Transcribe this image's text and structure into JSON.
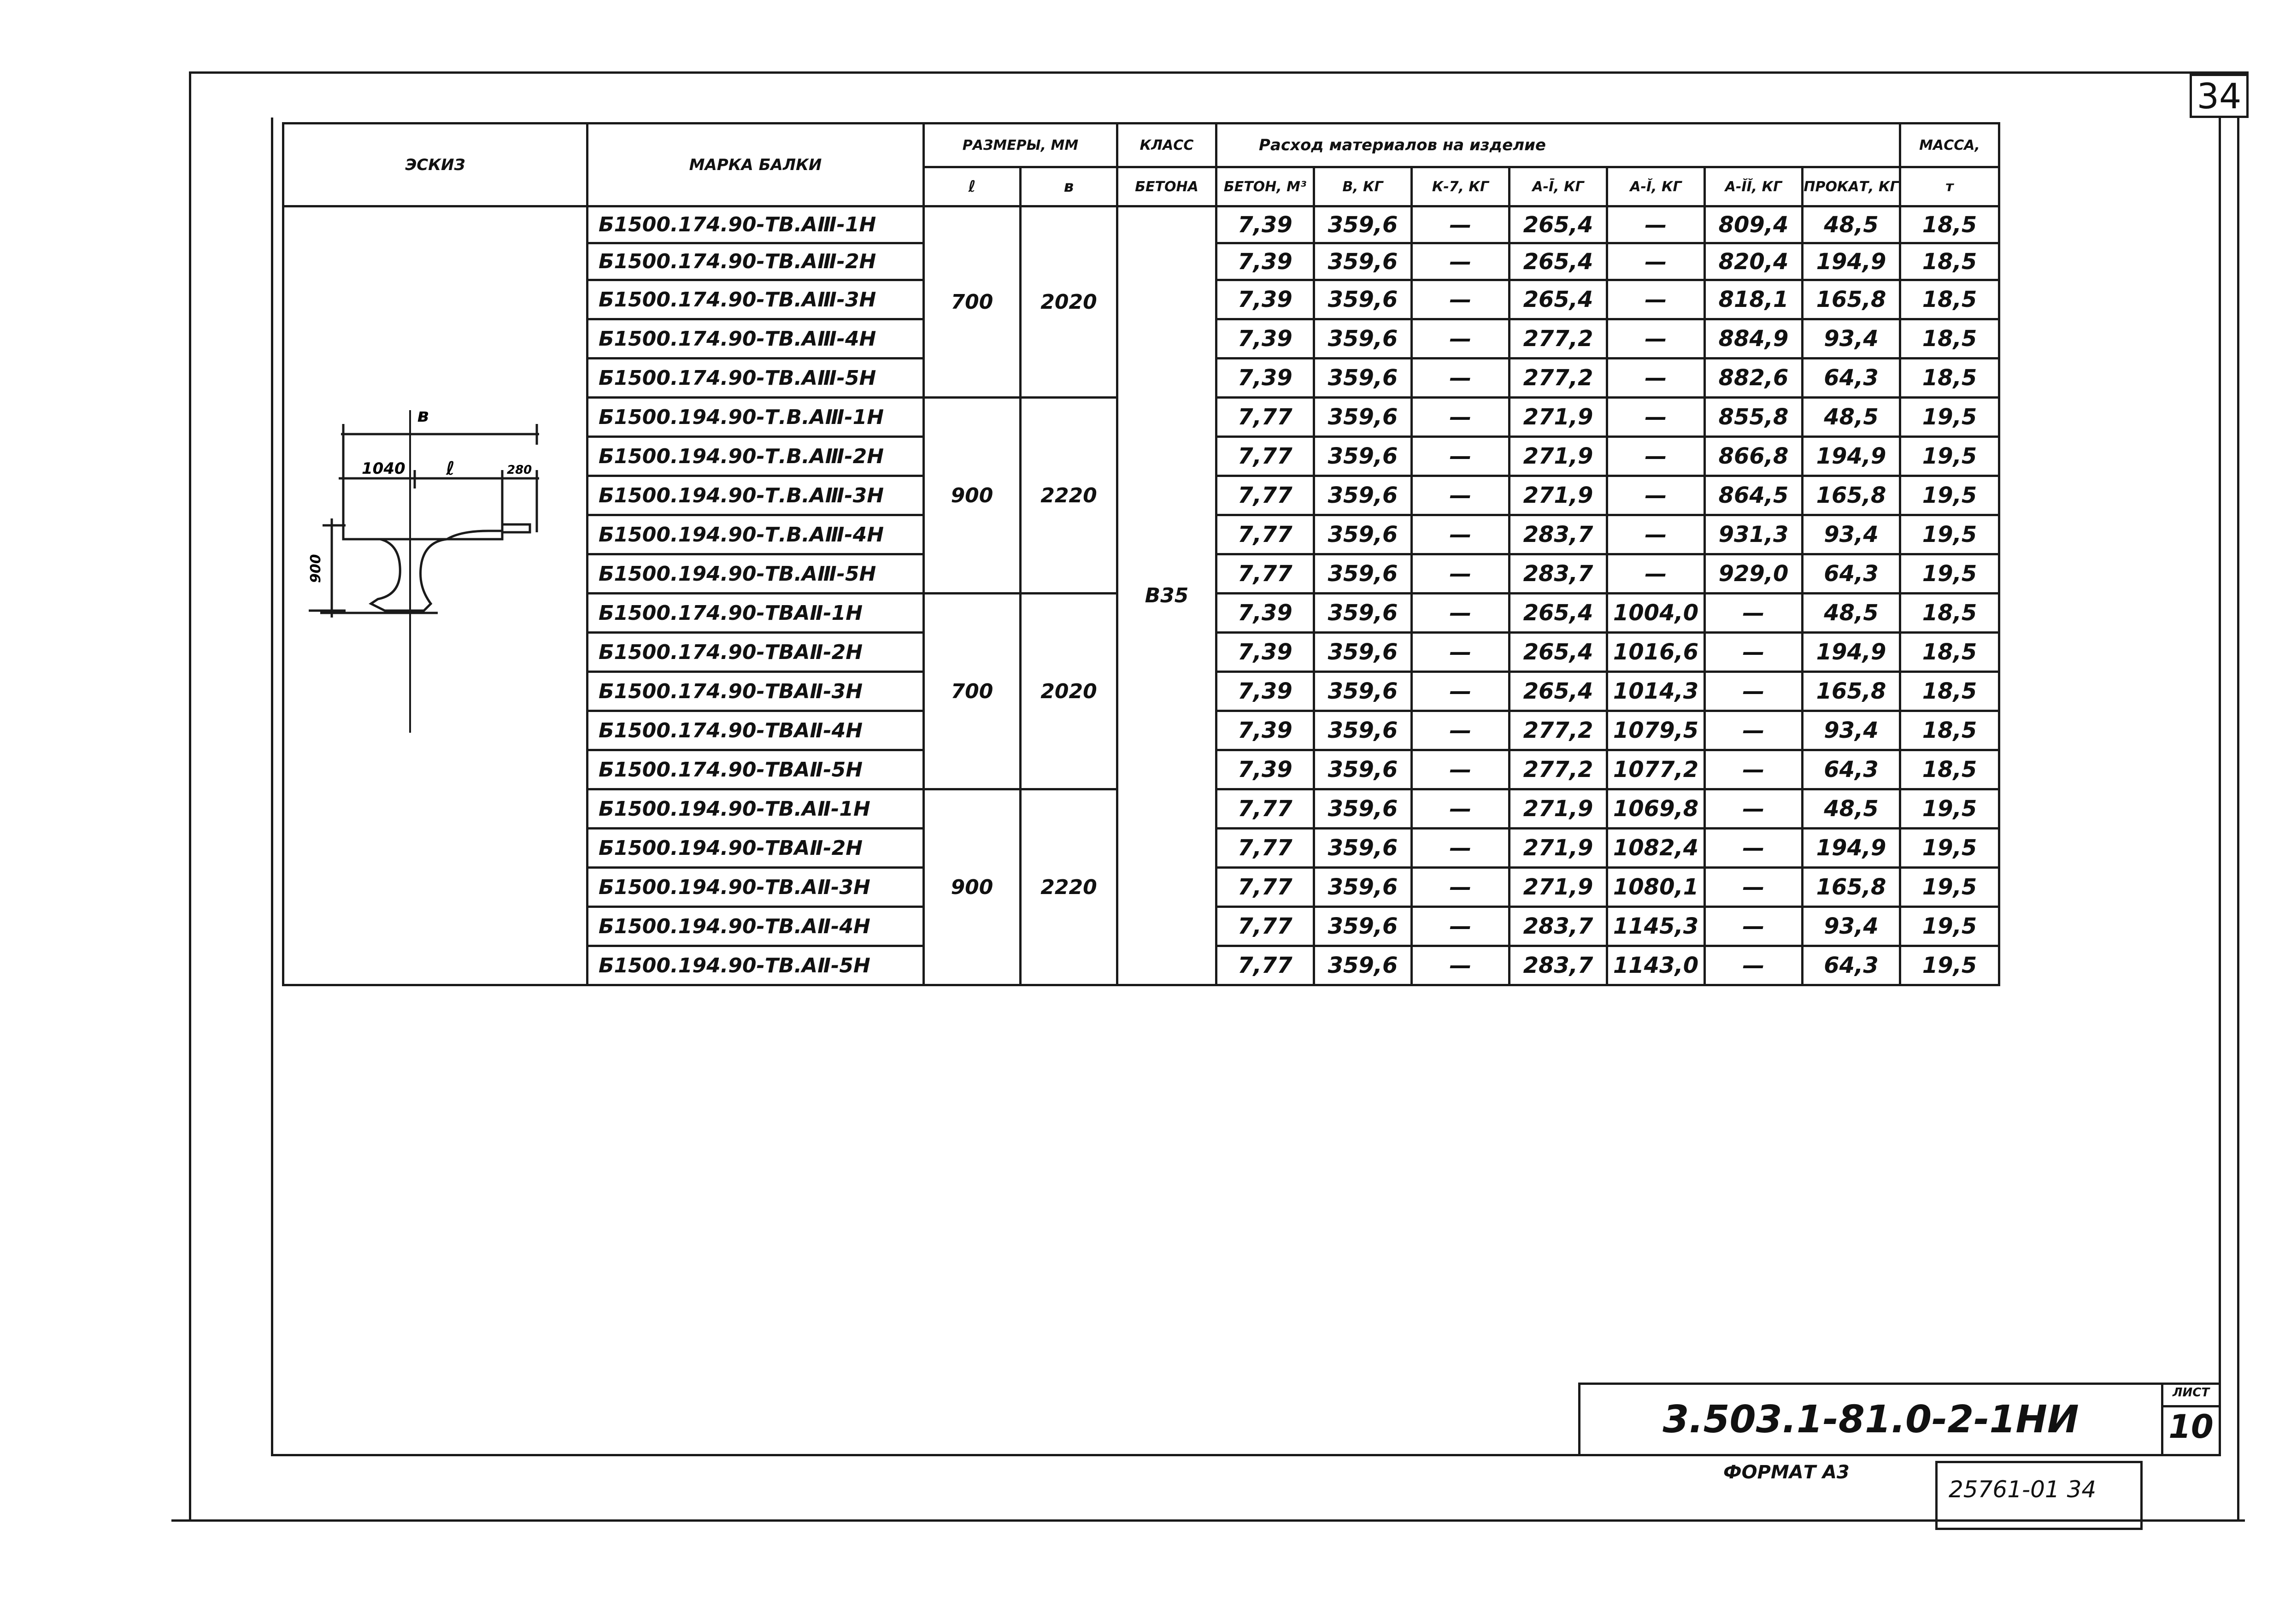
{
  "sheet_number_top": "34",
  "table": {
    "headers": {
      "sketch": "ЭСКИЗ",
      "beam_mark": "МАРКА БАЛКИ",
      "dimensions": "РАЗМЕРЫ, ММ",
      "dim_l": "ℓ",
      "dim_b": "в",
      "concrete_class_line1": "КЛАСС",
      "concrete_class_line2": "БЕТОНА",
      "consumption": "Расход материалов на изделие",
      "concrete": "БЕТОН, М³",
      "b_kg": "В, КГ",
      "k7_kg": "К-7, КГ",
      "a1_kg": "А-Ī, КГ",
      "a2_kg": "А-Ĭ, КГ",
      "a3_kg": "А-ĬĬ, КГ",
      "rolled_kg": "ПРОКАТ, КГ",
      "mass_line1": "МАССА,",
      "mass_line2": "т"
    },
    "concrete_class": "В35",
    "groups": [
      {
        "l": "700",
        "b": "2020"
      },
      {
        "l": "900",
        "b": "2220"
      },
      {
        "l": "700",
        "b": "2020"
      },
      {
        "l": "900",
        "b": "2220"
      }
    ],
    "rows": [
      {
        "mark": "Б1500.174.90-ТВ.АⅢ-1Н",
        "concrete": "7,39",
        "b": "359,6",
        "k7": "—",
        "a1": "265,4",
        "a2": "—",
        "a3": "809,4",
        "rolled": "48,5",
        "mass": "18,5"
      },
      {
        "mark": "Б1500.174.90-ТВ.АⅢ-2Н",
        "concrete": "7,39",
        "b": "359,6",
        "k7": "—",
        "a1": "265,4",
        "a2": "—",
        "a3": "820,4",
        "rolled": "194,9",
        "mass": "18,5"
      },
      {
        "mark": "Б1500.174.90-ТВ.АⅢ-3Н",
        "concrete": "7,39",
        "b": "359,6",
        "k7": "—",
        "a1": "265,4",
        "a2": "—",
        "a3": "818,1",
        "rolled": "165,8",
        "mass": "18,5"
      },
      {
        "mark": "Б1500.174.90-ТВ.АⅢ-4Н",
        "concrete": "7,39",
        "b": "359,6",
        "k7": "—",
        "a1": "277,2",
        "a2": "—",
        "a3": "884,9",
        "rolled": "93,4",
        "mass": "18,5"
      },
      {
        "mark": "Б1500.174.90-ТВ.АⅢ-5Н",
        "concrete": "7,39",
        "b": "359,6",
        "k7": "—",
        "a1": "277,2",
        "a2": "—",
        "a3": "882,6",
        "rolled": "64,3",
        "mass": "18,5"
      },
      {
        "mark": "Б1500.194.90-Т.В.АⅢ-1Н",
        "concrete": "7,77",
        "b": "359,6",
        "k7": "—",
        "a1": "271,9",
        "a2": "—",
        "a3": "855,8",
        "rolled": "48,5",
        "mass": "19,5"
      },
      {
        "mark": "Б1500.194.90-Т.В.АⅢ-2Н",
        "concrete": "7,77",
        "b": "359,6",
        "k7": "—",
        "a1": "271,9",
        "a2": "—",
        "a3": "866,8",
        "rolled": "194,9",
        "mass": "19,5"
      },
      {
        "mark": "Б1500.194.90-Т.В.АⅢ-3Н",
        "concrete": "7,77",
        "b": "359,6",
        "k7": "—",
        "a1": "271,9",
        "a2": "—",
        "a3": "864,5",
        "rolled": "165,8",
        "mass": "19,5"
      },
      {
        "mark": "Б1500.194.90-Т.В.АⅢ-4Н",
        "concrete": "7,77",
        "b": "359,6",
        "k7": "—",
        "a1": "283,7",
        "a2": "—",
        "a3": "931,3",
        "rolled": "93,4",
        "mass": "19,5"
      },
      {
        "mark": "Б1500.194.90-ТВ.АⅢ-5Н",
        "concrete": "7,77",
        "b": "359,6",
        "k7": "—",
        "a1": "283,7",
        "a2": "—",
        "a3": "929,0",
        "rolled": "64,3",
        "mass": "19,5"
      },
      {
        "mark": "Б1500.174.90-ТВАⅡ-1Н",
        "concrete": "7,39",
        "b": "359,6",
        "k7": "—",
        "a1": "265,4",
        "a2": "1004,0",
        "a3": "—",
        "rolled": "48,5",
        "mass": "18,5"
      },
      {
        "mark": "Б1500.174.90-ТВАⅡ-2Н",
        "concrete": "7,39",
        "b": "359,6",
        "k7": "—",
        "a1": "265,4",
        "a2": "1016,6",
        "a3": "—",
        "rolled": "194,9",
        "mass": "18,5"
      },
      {
        "mark": "Б1500.174.90-ТВАⅡ-3Н",
        "concrete": "7,39",
        "b": "359,6",
        "k7": "—",
        "a1": "265,4",
        "a2": "1014,3",
        "a3": "—",
        "rolled": "165,8",
        "mass": "18,5"
      },
      {
        "mark": "Б1500.174.90-ТВАⅡ-4Н",
        "concrete": "7,39",
        "b": "359,6",
        "k7": "—",
        "a1": "277,2",
        "a2": "1079,5",
        "a3": "—",
        "rolled": "93,4",
        "mass": "18,5"
      },
      {
        "mark": "Б1500.174.90-ТВАⅡ-5Н",
        "concrete": "7,39",
        "b": "359,6",
        "k7": "—",
        "a1": "277,2",
        "a2": "1077,2",
        "a3": "—",
        "rolled": "64,3",
        "mass": "18,5"
      },
      {
        "mark": "Б1500.194.90-ТВ.АⅡ-1Н",
        "concrete": "7,77",
        "b": "359,6",
        "k7": "—",
        "a1": "271,9",
        "a2": "1069,8",
        "a3": "—",
        "rolled": "48,5",
        "mass": "19,5"
      },
      {
        "mark": "Б1500.194.90-ТВАⅡ-2Н",
        "concrete": "7,77",
        "b": "359,6",
        "k7": "—",
        "a1": "271,9",
        "a2": "1082,4",
        "a3": "—",
        "rolled": "194,9",
        "mass": "19,5"
      },
      {
        "mark": "Б1500.194.90-ТВ.АⅡ-3Н",
        "concrete": "7,77",
        "b": "359,6",
        "k7": "—",
        "a1": "271,9",
        "a2": "1080,1",
        "a3": "—",
        "rolled": "165,8",
        "mass": "19,5"
      },
      {
        "mark": "Б1500.194.90-ТВ.АⅡ-4Н",
        "concrete": "7,77",
        "b": "359,6",
        "k7": "—",
        "a1": "283,7",
        "a2": "1145,3",
        "a3": "—",
        "rolled": "93,4",
        "mass": "19,5"
      },
      {
        "mark": "Б1500.194.90-ТВ.АⅡ-5Н",
        "concrete": "7,77",
        "b": "359,6",
        "k7": "—",
        "a1": "283,7",
        "a2": "1143,0",
        "a3": "—",
        "rolled": "64,3",
        "mass": "19,5"
      }
    ]
  },
  "sketch": {
    "dim_b": "в",
    "dim_1040": "1040",
    "dim_l": "ℓ",
    "dim_280": "280",
    "dim_900": "900"
  },
  "title_block": {
    "document_code": "3.503.1-81.0-2-1НИ",
    "sheet_label": "ЛИСТ",
    "sheet_value": "10",
    "format_label": "ФОРМАТ А3",
    "archive_number": "25761-01  34"
  }
}
